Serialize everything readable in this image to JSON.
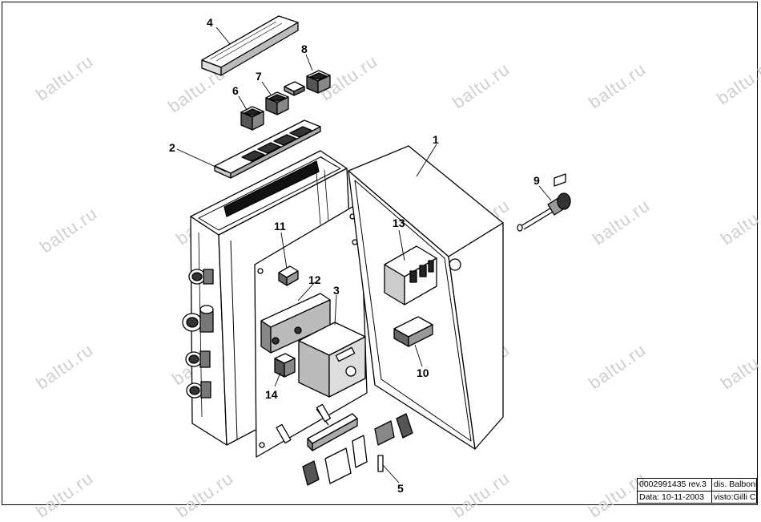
{
  "watermark": "baltu.ru",
  "callouts": {
    "c1": "1",
    "c2": "2",
    "c3": "3",
    "c4": "4",
    "c5": "5",
    "c6": "6",
    "c7": "7",
    "c8": "8",
    "c9": "9",
    "c10": "10",
    "c11": "11",
    "c12": "12",
    "c13": "13",
    "c14": "14"
  },
  "title_block": {
    "drawing_number": "0002991435 rev.3",
    "drawn_by": "dis. Balboni",
    "date": "Data: 10-11-2003",
    "checked_by": "visto:Gilli C."
  }
}
